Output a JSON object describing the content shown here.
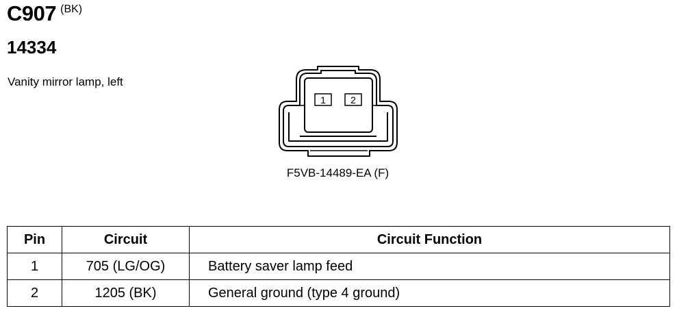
{
  "connector": {
    "code": "C907",
    "color": "(BK)",
    "part_number": "14334",
    "description": "Vanity mirror lamp, left",
    "connector_part": "F5VB-14489-EA (F)",
    "pins": [
      "1",
      "2"
    ]
  },
  "table": {
    "headers": {
      "pin": "Pin",
      "circuit": "Circuit",
      "function": "Circuit Function"
    },
    "rows": [
      {
        "pin": "1",
        "circuit": "705 (LG/OG)",
        "function": "Battery saver lamp feed"
      },
      {
        "pin": "2",
        "circuit": "1205 (BK)",
        "function": "General ground (type 4 ground)"
      }
    ]
  }
}
